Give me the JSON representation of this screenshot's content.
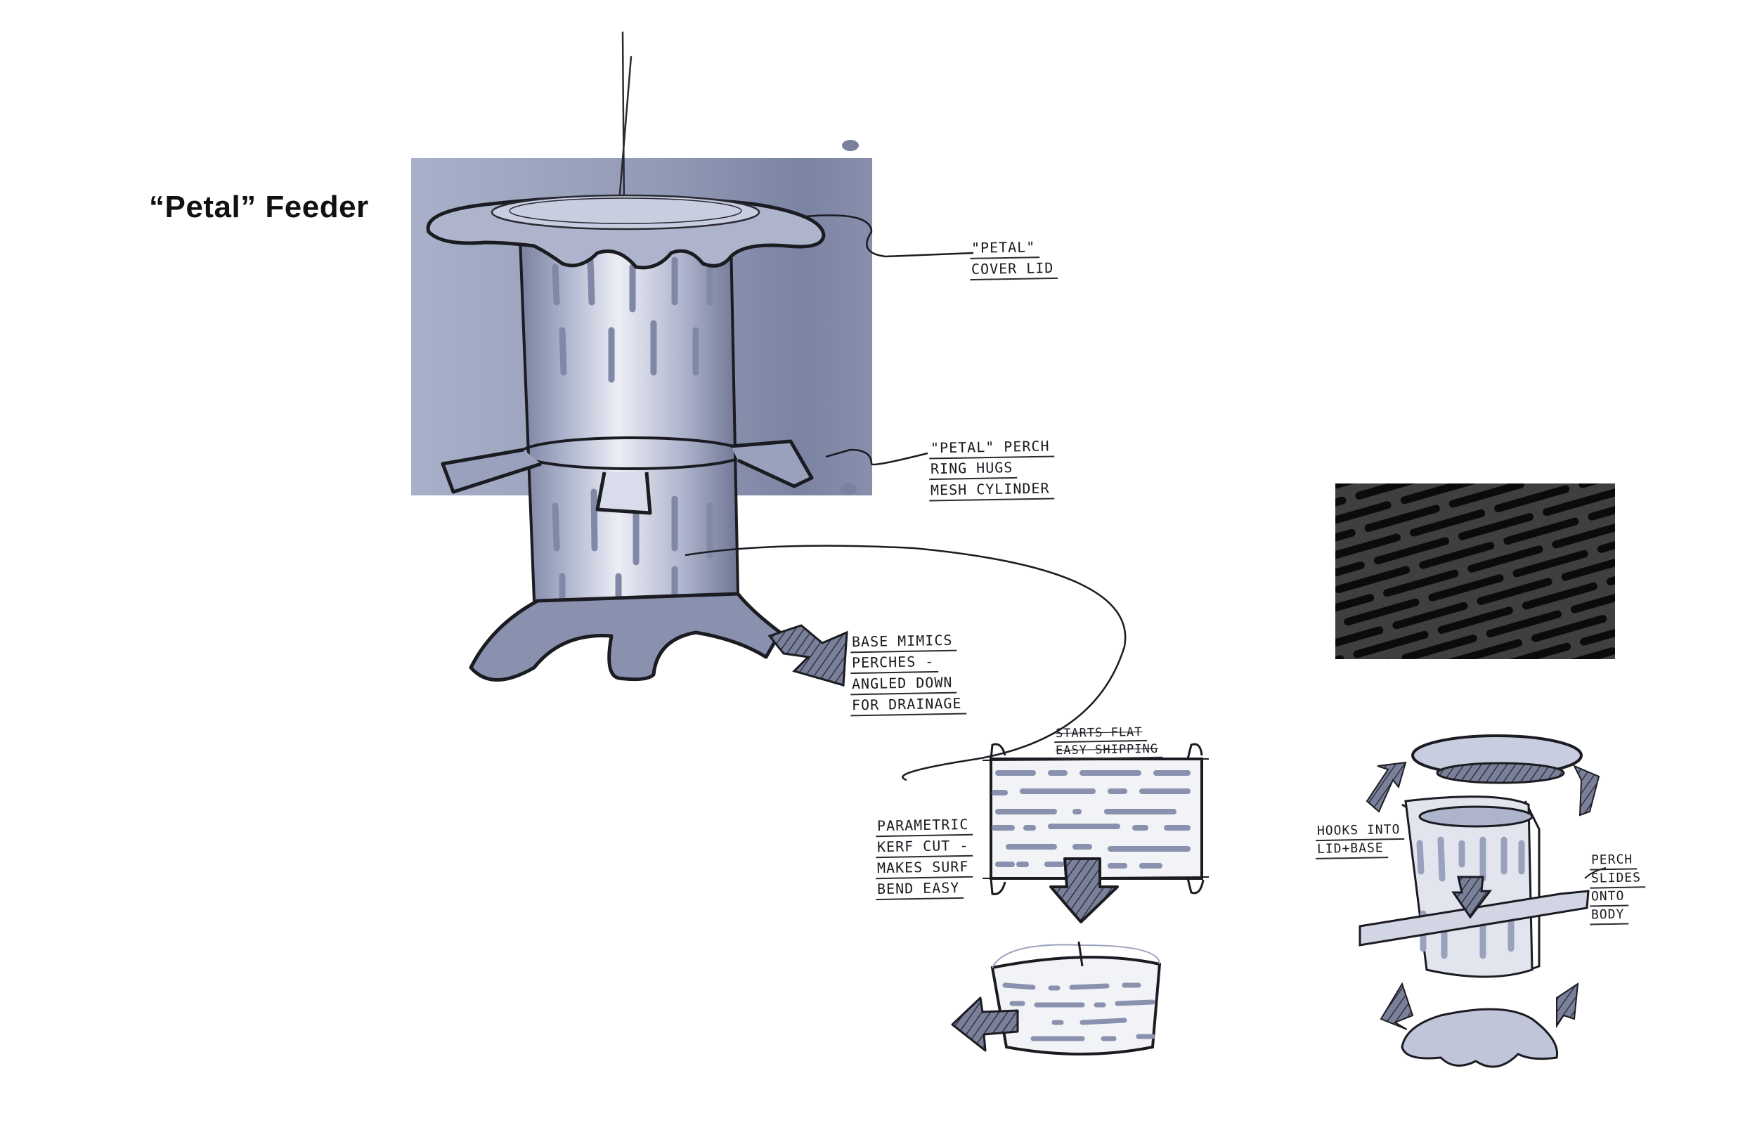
{
  "page": {
    "title": "“Petal” Feeder"
  },
  "colors": {
    "marker_background": "#8e97b4",
    "marker_light": "#b8bdd4",
    "marker_dark": "#5f6684",
    "ink": "#1b1b22",
    "texture_dark": "#0c0c0c",
    "texture_light": "#4a4a4a"
  },
  "annotations": {
    "cover_lid": {
      "lines": [
        "\"PETAL\"",
        "COVER LID"
      ]
    },
    "perch_ring": {
      "lines": [
        "\"PETAL\" PERCH",
        "RING HUGS",
        "MESH CYLINDER"
      ]
    },
    "base": {
      "lines": [
        "BASE MIMICS",
        "PERCHES -",
        "ANGLED DOWN",
        "FOR DRAINAGE"
      ]
    },
    "flat": {
      "lines": [
        "STARTS FLAT",
        "EASY SHIPPING"
      ]
    },
    "kerf": {
      "lines": [
        "PARAMETRIC",
        "KERF CUT -",
        "MAKES SURF",
        "BEND EASY"
      ]
    },
    "hooks": {
      "lines": [
        "HOOKS INTO",
        "LID+BASE"
      ]
    },
    "perch_slides": {
      "lines": [
        "PERCH",
        "SLIDES",
        "ONTO",
        "BODY"
      ]
    }
  },
  "sketches": [
    {
      "name": "main-feeder-sketch",
      "label": "Assembled petal feeder with hanging wire, petal lid, perch ring and angled base"
    },
    {
      "name": "flat-mesh-sheet-sketch",
      "label": "Flat perforated mesh sheet"
    },
    {
      "name": "rolled-mesh-cylinder-sketch",
      "label": "Mesh sheet rolled into cylinder"
    },
    {
      "name": "exploded-assembly-sketch",
      "label": "Exploded assembly view"
    },
    {
      "name": "kerf-texture-swatch",
      "label": "Slotted kerf texture sample"
    }
  ]
}
